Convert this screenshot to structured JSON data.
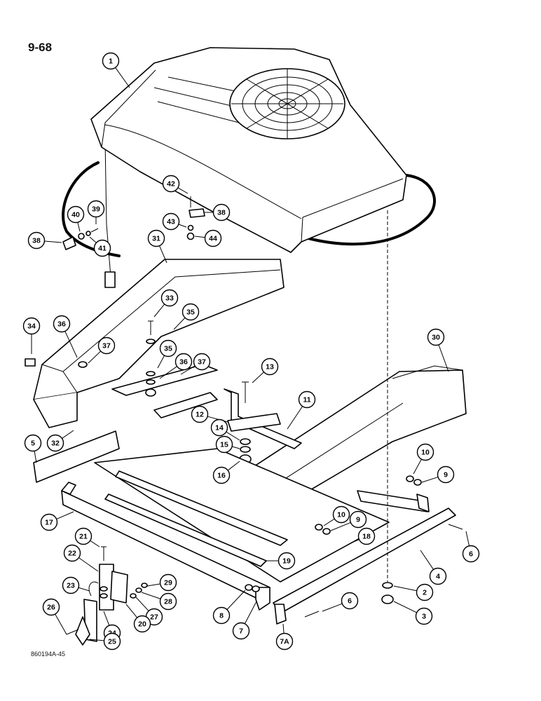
{
  "page_number": "9-68",
  "figure_code": "860194A-45",
  "callouts": [
    {
      "label": "1"
    },
    {
      "label": "42"
    },
    {
      "label": "38"
    },
    {
      "label": "39"
    },
    {
      "label": "40"
    },
    {
      "label": "38"
    },
    {
      "label": "41"
    },
    {
      "label": "43"
    },
    {
      "label": "44"
    },
    {
      "label": "31"
    },
    {
      "label": "33"
    },
    {
      "label": "35"
    },
    {
      "label": "34"
    },
    {
      "label": "36"
    },
    {
      "label": "37"
    },
    {
      "label": "35"
    },
    {
      "label": "36"
    },
    {
      "label": "37"
    },
    {
      "label": "30"
    },
    {
      "label": "13"
    },
    {
      "label": "11"
    },
    {
      "label": "12"
    },
    {
      "label": "14"
    },
    {
      "label": "15"
    },
    {
      "label": "16"
    },
    {
      "label": "5"
    },
    {
      "label": "32"
    },
    {
      "label": "10"
    },
    {
      "label": "9"
    },
    {
      "label": "17"
    },
    {
      "label": "10"
    },
    {
      "label": "9"
    },
    {
      "label": "18"
    },
    {
      "label": "6"
    },
    {
      "label": "21"
    },
    {
      "label": "4"
    },
    {
      "label": "22"
    },
    {
      "label": "19"
    },
    {
      "label": "23"
    },
    {
      "label": "29"
    },
    {
      "label": "2"
    },
    {
      "label": "28"
    },
    {
      "label": "27"
    },
    {
      "label": "24"
    },
    {
      "label": "20"
    },
    {
      "label": "6"
    },
    {
      "label": "26"
    },
    {
      "label": "8"
    },
    {
      "label": "7"
    },
    {
      "label": "3"
    },
    {
      "label": "25"
    },
    {
      "label": "7A"
    }
  ]
}
